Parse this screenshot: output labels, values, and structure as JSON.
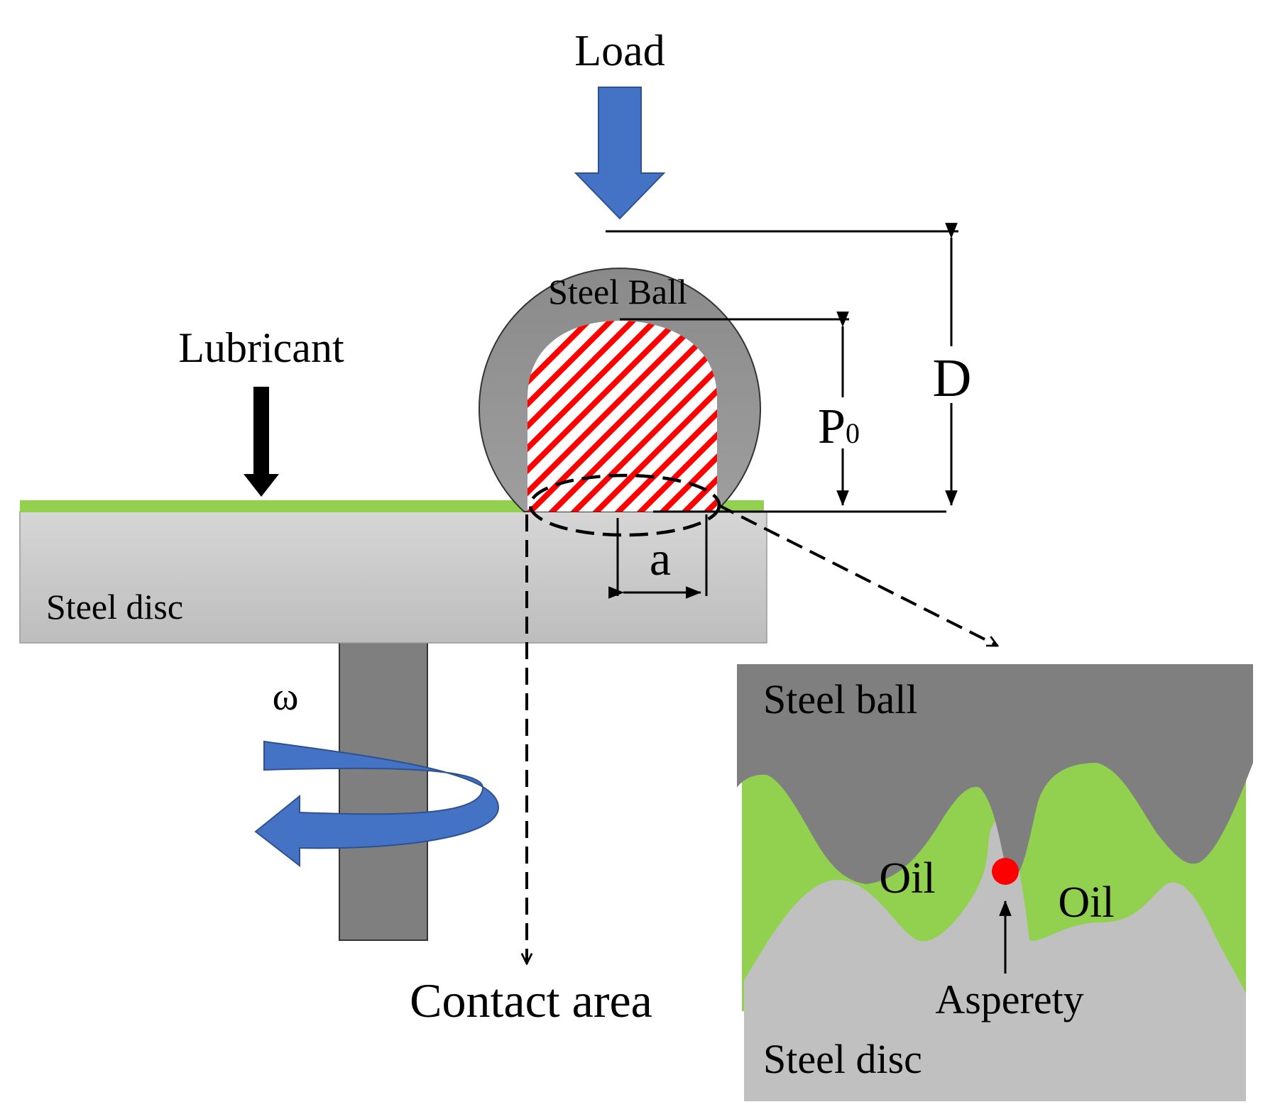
{
  "labels": {
    "load": "Load",
    "lubricant": "Lubricant",
    "steel_ball": "Steel Ball",
    "steel_disc": "Steel disc",
    "diameter": "D",
    "pressure_main": "P",
    "pressure_sub": "0",
    "contact_radius": "a",
    "angular_velocity": "ω",
    "contact_area": "Contact area"
  },
  "inset": {
    "steel_ball": "Steel ball",
    "oil_left": "Oil",
    "oil_right": "Oil",
    "asperity": "Asperety",
    "steel_disc": "Steel disc"
  },
  "colors": {
    "load_arrow": "#4472c4",
    "rotation_arrow": "#4472c4",
    "ball": "#8c8c8c",
    "disc": "#c8c8c8",
    "shaft": "#7f7f7f",
    "lubricant": "#92d050",
    "hatch": "#ff0000",
    "asperity_point": "#ff0000"
  }
}
